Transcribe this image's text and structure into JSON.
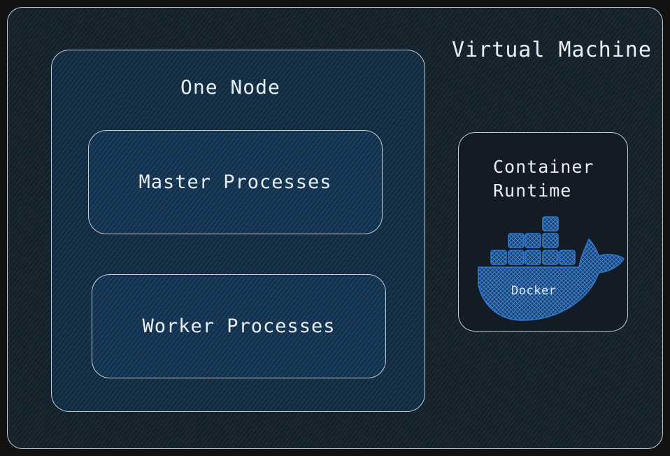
{
  "diagram": {
    "vm_label": "Virtual Machine",
    "node_label": "One Node",
    "master_label": "Master Processes",
    "worker_label": "Worker Processes",
    "runtime_label_line1": "Container",
    "runtime_label_line2": "Runtime",
    "docker_label": "Docker",
    "logo_icon": "docker-whale-icon"
  },
  "colors": {
    "background": "#121212",
    "stroke": "#e1e8ee",
    "docker_blue": "#2a6fc4",
    "text": "#e8eef2"
  }
}
